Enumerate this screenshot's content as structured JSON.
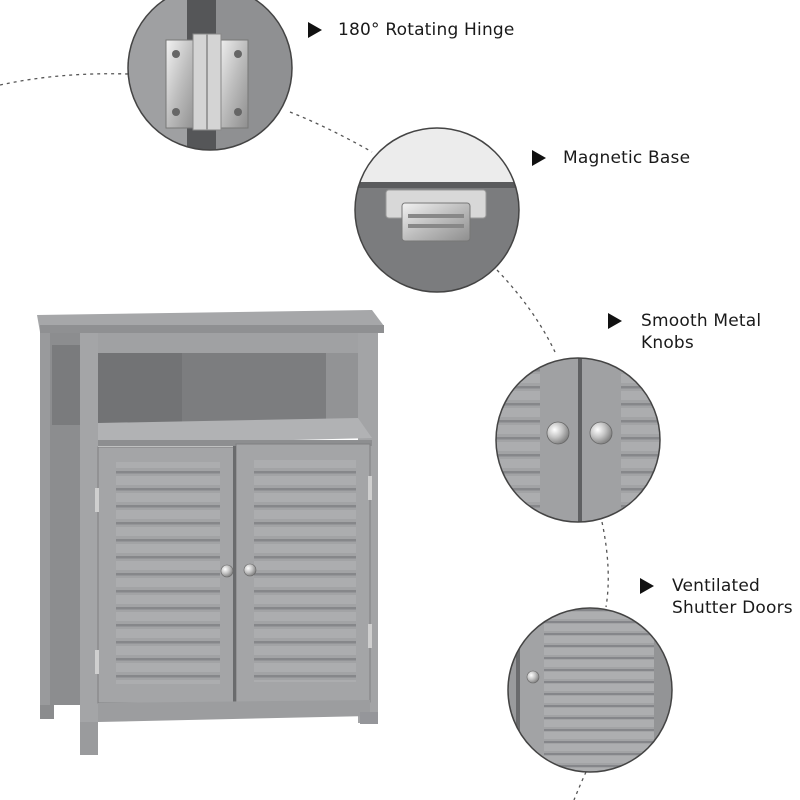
{
  "features": [
    {
      "id": "hinge",
      "lines": [
        "180° Rotating Hinge"
      ]
    },
    {
      "id": "magnetic",
      "lines": [
        "Magnetic Base"
      ]
    },
    {
      "id": "knobs",
      "lines": [
        "Smooth Metal",
        "Knobs"
      ]
    },
    {
      "id": "shutter",
      "lines": [
        "Ventilated",
        "Shutter Doors"
      ]
    }
  ],
  "colors": {
    "cabinet": "#9b9c9e",
    "cabinet_dark": "#8a8b8d",
    "cabinet_light": "#b4b5b7",
    "interior": "#6f7072",
    "metal": "#c9c9c9",
    "background": "#ffffff"
  }
}
